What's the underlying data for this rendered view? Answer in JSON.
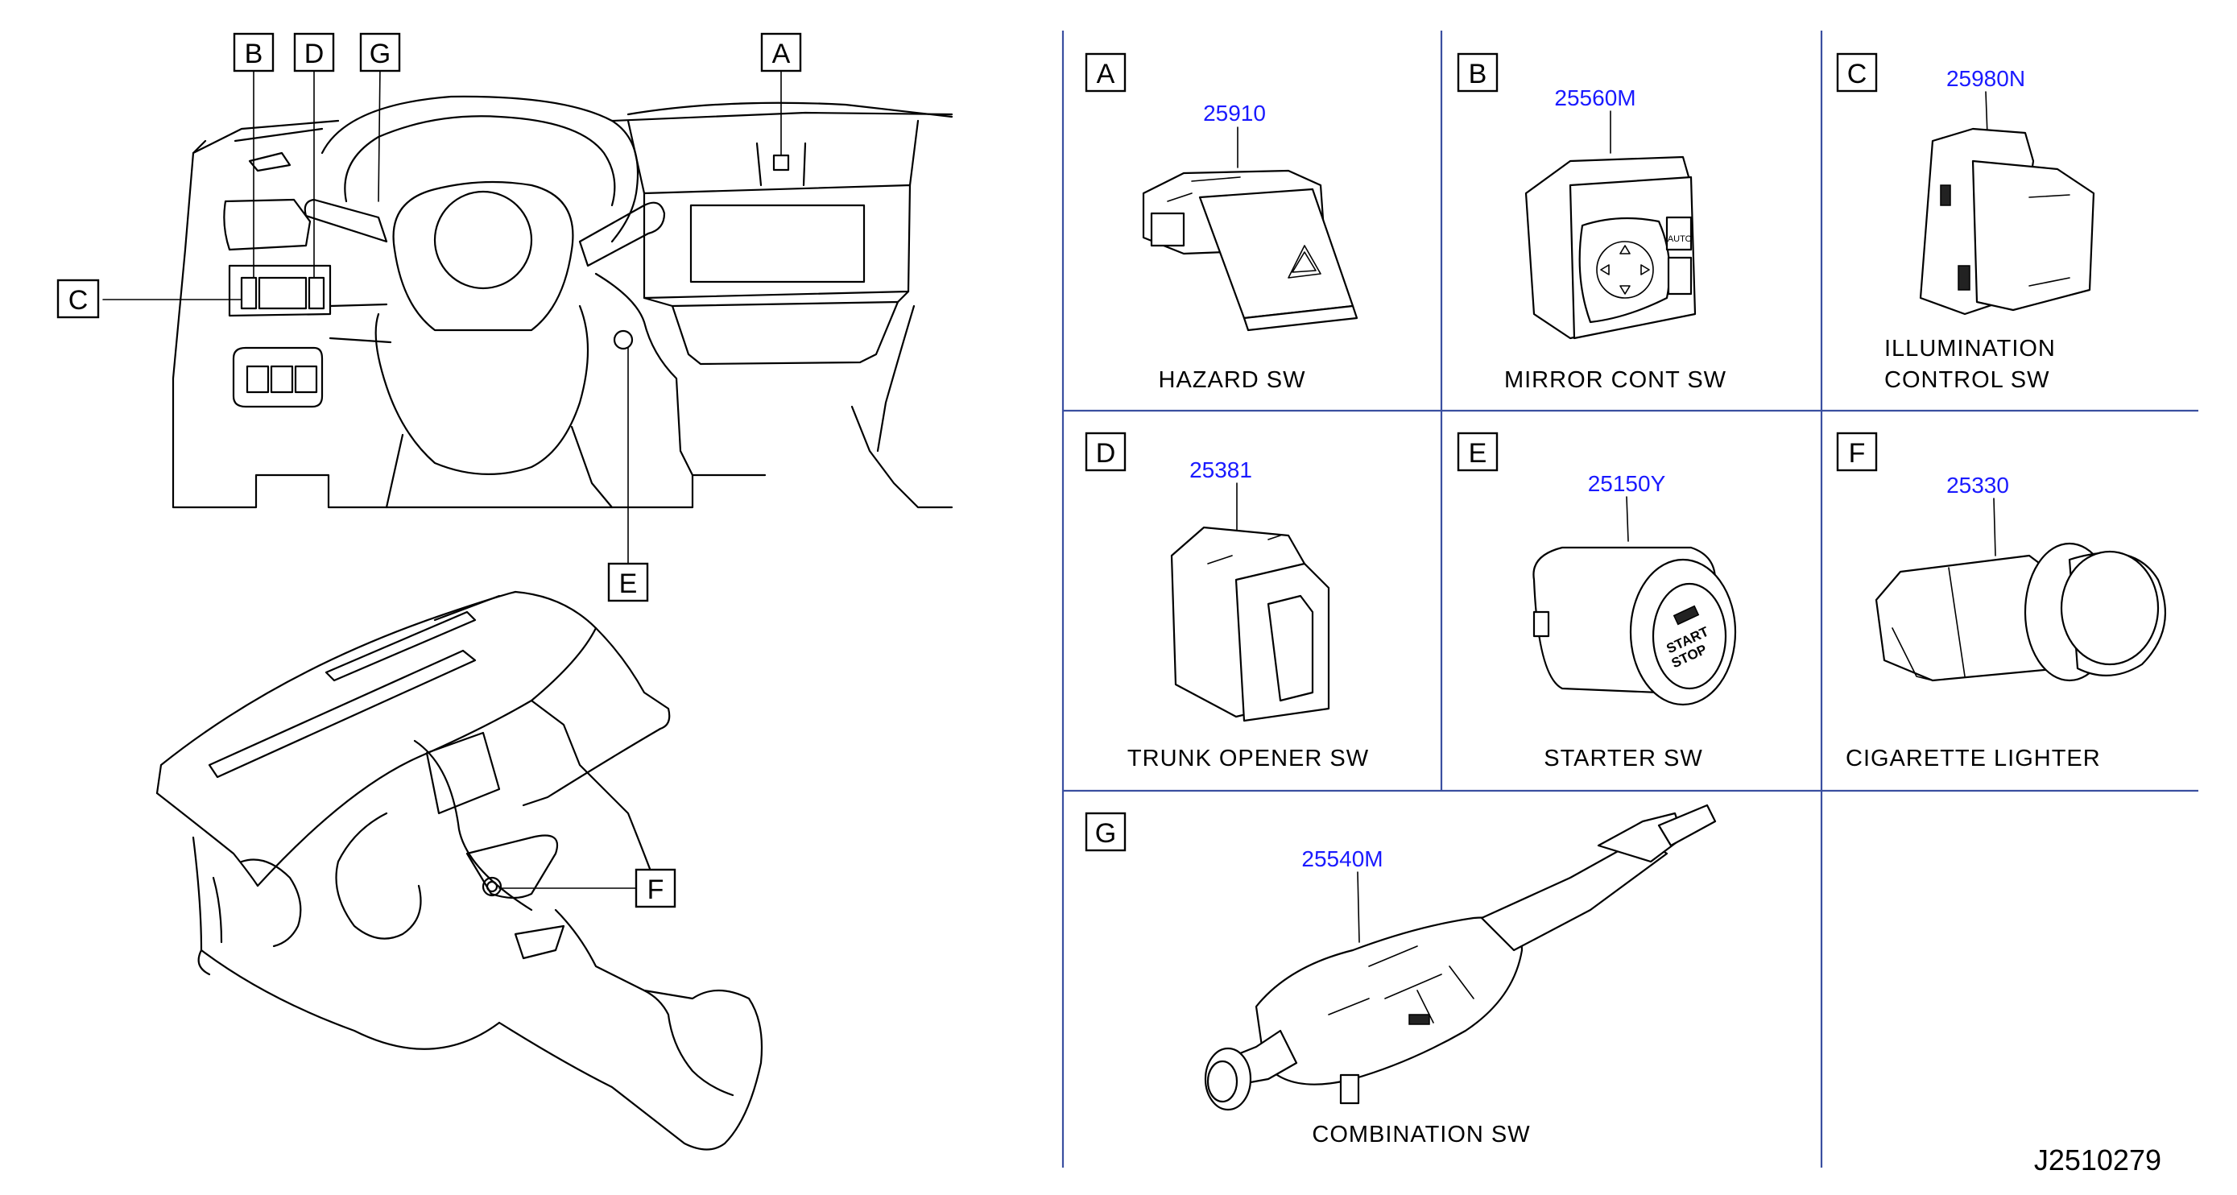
{
  "callouts": {
    "A": "A",
    "B": "B",
    "C": "C",
    "D": "D",
    "E": "E",
    "F": "F",
    "G": "G"
  },
  "panels": [
    {
      "id": "A",
      "letter": "A",
      "part_no": "25910",
      "caption": [
        "HAZARD  SW"
      ]
    },
    {
      "id": "B",
      "letter": "B",
      "part_no": "25560M",
      "caption": [
        "MIRROR  CONT  SW"
      ]
    },
    {
      "id": "C",
      "letter": "C",
      "part_no": "25980N",
      "caption": [
        "ILLUMINATION",
        "CONTROL  SW"
      ]
    },
    {
      "id": "D",
      "letter": "D",
      "part_no": "25381",
      "caption": [
        "TRUNK  OPENER  SW"
      ]
    },
    {
      "id": "E",
      "letter": "E",
      "part_no": "25150Y",
      "caption": [
        "STARTER  SW"
      ]
    },
    {
      "id": "F",
      "letter": "F",
      "part_no": "25330",
      "caption": [
        "CIGARETTE  LIGHTER"
      ]
    },
    {
      "id": "G",
      "letter": "G",
      "part_no": "25540M",
      "caption": [
        "COMBINATION  SW"
      ]
    }
  ],
  "part_text": {
    "mirror_auto": "AUTO",
    "starter_start": "START",
    "starter_stop": "STOP"
  },
  "diagram_ref": "J2510279"
}
